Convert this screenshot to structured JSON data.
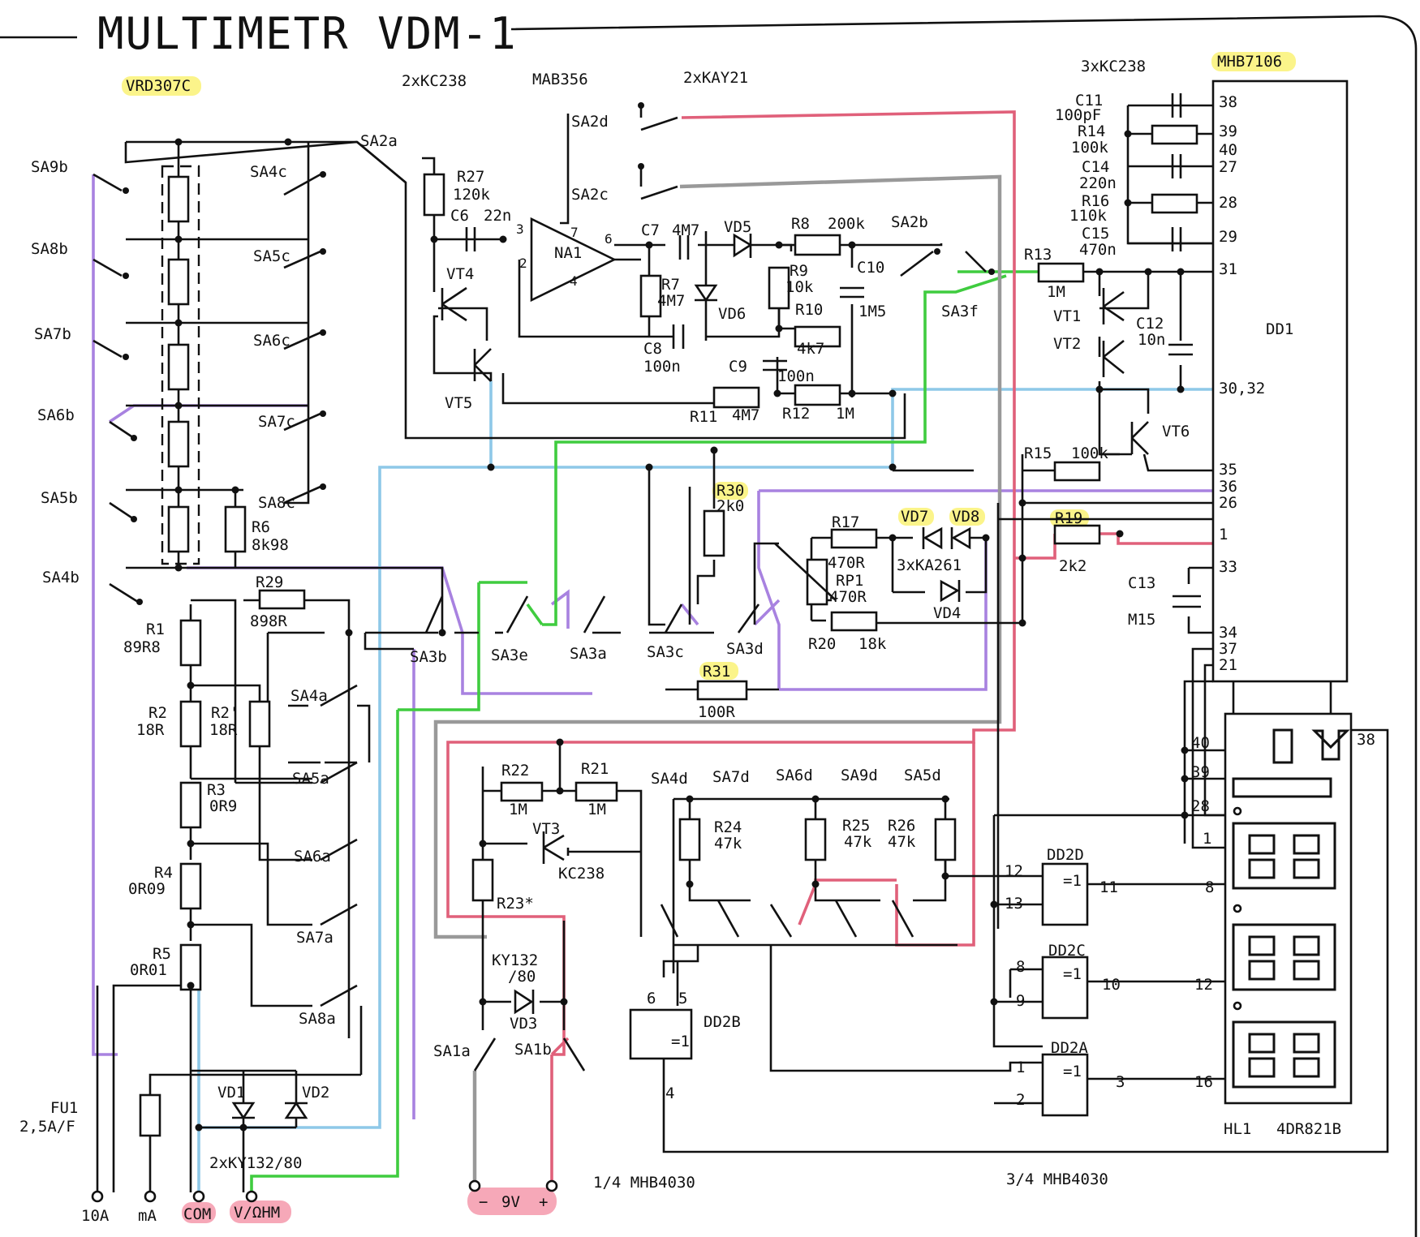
{
  "title": "MULTIMETR VDM-1",
  "parts_header": {
    "rotary_switch": "VRD307C",
    "transistor_pair": "2xKC238",
    "opamp": "MAB356",
    "diode_pair": "2xKAY21",
    "triple_transistor": "3xKC238",
    "adc_chip": "MHB7106"
  },
  "switch_left": [
    "SA9b",
    "SA8b",
    "SA7b",
    "SA6b",
    "SA5b",
    "SA4b"
  ],
  "switch_middle": [
    "SA4c",
    "SA5c",
    "SA6c",
    "SA7c",
    "SA8c"
  ],
  "switch_top": [
    "SA2a",
    "SA2d",
    "SA2c",
    "SA2b",
    "SA3f"
  ],
  "switch_row": [
    "SA3b",
    "SA3e",
    "SA3a",
    "SA3c",
    "SA3d"
  ],
  "switch_shunt": [
    "SA4a",
    "SA5a",
    "SA6a",
    "SA7a",
    "SA8a"
  ],
  "switch_bottom": [
    "SA4d",
    "SA7d",
    "SA6d",
    "SA9d",
    "SA5d"
  ],
  "switch_power": [
    "SA1a",
    "SA1b"
  ],
  "components": {
    "R27": "R27",
    "R27v": "120k",
    "C6": "C6",
    "C6v": "22n",
    "NA1": "NA1",
    "pin3": "3",
    "pin2": "2",
    "pin7": "7",
    "pin6": "6",
    "pin4": "4",
    "C7": "C7",
    "C7v": "4M7",
    "VD5": "VD5",
    "R8": "R8",
    "R8v": "200k",
    "R7": "R7",
    "R7v": "4M7",
    "VD6": "VD6",
    "R9": "R9",
    "R9v": "10k",
    "C10": "C10",
    "C10v": "1M5",
    "R10": "R10",
    "R10v": "4k7",
    "C8": "C8",
    "C8v": "100n",
    "C9": "C9",
    "C9v": "100n",
    "R11": "R11",
    "R11v": "4M7",
    "R12": "R12",
    "R12v": "1M",
    "VT4": "VT4",
    "VT5": "VT5",
    "C11": "C11",
    "C11v": "100pF",
    "R14": "R14",
    "R14v": "100k",
    "C14": "C14",
    "C14v": "220n",
    "R16": "R16",
    "R16v": "110k",
    "C15": "C15",
    "C15v": "470n",
    "R13": "R13",
    "R13v": "1M",
    "VT1": "VT1",
    "VT2": "VT2",
    "C12": "C12",
    "C12v": "10n",
    "VT6": "VT6",
    "R15": "R15",
    "R15v": "100k",
    "R30": "R30",
    "R30v": "2k0",
    "R17": "R17",
    "R17v": "470R",
    "VD7": "VD7",
    "VD8": "VD8",
    "R19": "R19",
    "R19v": "2k2",
    "KA261": "3xKA261",
    "RP1": "RP1",
    "RP1v": "470R",
    "VD4": "VD4",
    "R20": "R20",
    "R20v": "18k",
    "C13": "C13",
    "C13v": "M15",
    "R31": "R31",
    "R31v": "100R",
    "R29": "R29",
    "R29v": "898R",
    "R1": "R1",
    "R1v": "89R8",
    "R2": "R2",
    "R2v": "18R",
    "R2p": "R2'",
    "R2pv": "18R",
    "R3": "R3",
    "R3v": "0R9",
    "R4": "R4",
    "R4v": "0R09",
    "R5": "R5",
    "R5v": "0R01",
    "R6": "R6",
    "R6v": "8k98",
    "R22": "R22",
    "R22v": "1M",
    "R21": "R21",
    "R21v": "1M",
    "VT3": "VT3",
    "VT3v": "KC238",
    "R23": "R23*",
    "KY132": "KY132",
    "KY132v": "/80",
    "VD3": "VD3",
    "R24": "R24",
    "R24v": "47k",
    "R25": "R25",
    "R25v": "47k",
    "R26": "R26",
    "R26v": "47k",
    "VD1": "VD1",
    "VD2": "VD2",
    "VD12": "2xKY132/80",
    "FU1": "FU1",
    "FU1v": "2,5A/F",
    "DD1": "DD1",
    "DD2D": "DD2D",
    "DD2C": "DD2C",
    "DD2B": "DD2B",
    "DD2A": "DD2A",
    "xor": "=1",
    "HL1": "HL1",
    "HL1v": "4DR821B",
    "g14": "1/4  MHB4030",
    "g34": "3/4  MHB4030"
  },
  "dd1_pins": [
    "38",
    "39",
    "40",
    "27",
    "28",
    "29",
    "31",
    "30,32",
    "35",
    "36",
    "26",
    "1",
    "33",
    "34",
    "37",
    "21"
  ],
  "hl1_pins": [
    "40",
    "39",
    "28",
    "1",
    "8",
    "12",
    "16",
    "38"
  ],
  "xor_pins": {
    "d12": "12",
    "d13": "13",
    "d11": "11",
    "c8": "8",
    "c9": "9",
    "c10": "10",
    "b6": "6",
    "b5": "5",
    "b4": "4",
    "a1": "1",
    "a2": "2",
    "a3": "3"
  },
  "terminals": {
    "t10a": "10A",
    "tma": "mA",
    "tcom": "COM",
    "tvohm": "V/ΩHM",
    "battery": "9V",
    "minus": "−",
    "plus": "+"
  },
  "colors": {
    "red_wire": "#e0607a",
    "green_wire": "#3fcc3f",
    "blue_wire": "#8ec8e8",
    "purple_wire": "#a882e0",
    "gray_wire": "#999999",
    "yellow_highlight": "#fbf48a",
    "pink_highlight": "#f6a8b8"
  }
}
